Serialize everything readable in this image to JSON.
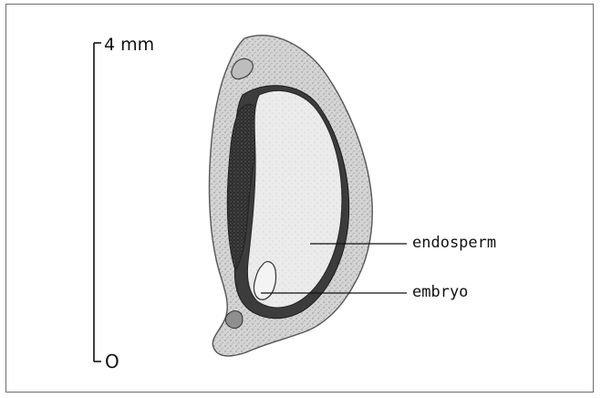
{
  "scale": {
    "top_label": "4 mm",
    "bottom_label": "O"
  },
  "labels": {
    "endosperm": "endosperm",
    "embryo": "embryo"
  },
  "colors": {
    "ink": "#111111",
    "seed_coat": "#c9c9c9",
    "endosperm": "#e6e6e6",
    "dark_tissue": "#3a3a3a",
    "frame": "#6e6e6e"
  }
}
